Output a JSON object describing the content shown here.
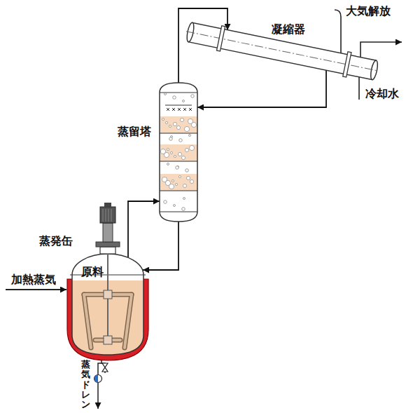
{
  "diagram": {
    "nodes": [
      {
        "text": [
          "凝縮器"
        ]
      },
      {
        "text": [
          "蒸留塔"
        ]
      },
      {
        "text": [
          "蒸発缶",
          "原料"
        ]
      }
    ],
    "edges": [
      {
        "from": 2,
        "to": 1,
        "arrow": "to"
      },
      {
        "from": 1,
        "to": 2,
        "arrow": "to"
      },
      {
        "from": 1,
        "to": 0,
        "arrow": "to"
      },
      {
        "from": 0,
        "to": 1,
        "arrow": "to"
      }
    ],
    "labels": [
      "大気解放",
      "冷却水",
      "加熱蒸気",
      "蒸気ドレン"
    ]
  }
}
